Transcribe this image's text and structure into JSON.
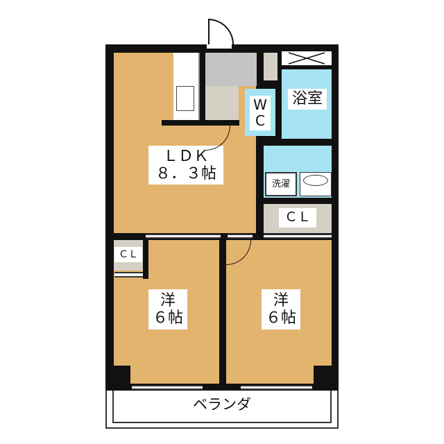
{
  "rooms": {
    "ldk": {
      "name": "ＬＤＫ",
      "size": "８．３帖"
    },
    "wc": {
      "line1": "W",
      "line2": "C"
    },
    "bath": "浴室",
    "laundry": "洗濯",
    "closet_right": "ＣＬ",
    "closet_left": "ＣＬ",
    "western_left": {
      "name": "洋",
      "size": "６帖"
    },
    "western_right": {
      "name": "洋",
      "size": "６帖"
    },
    "balcony": "ベランダ"
  },
  "colors": {
    "floor": "#e3b46e",
    "wet_area": "#a6e3f2",
    "wall": "#111111"
  }
}
